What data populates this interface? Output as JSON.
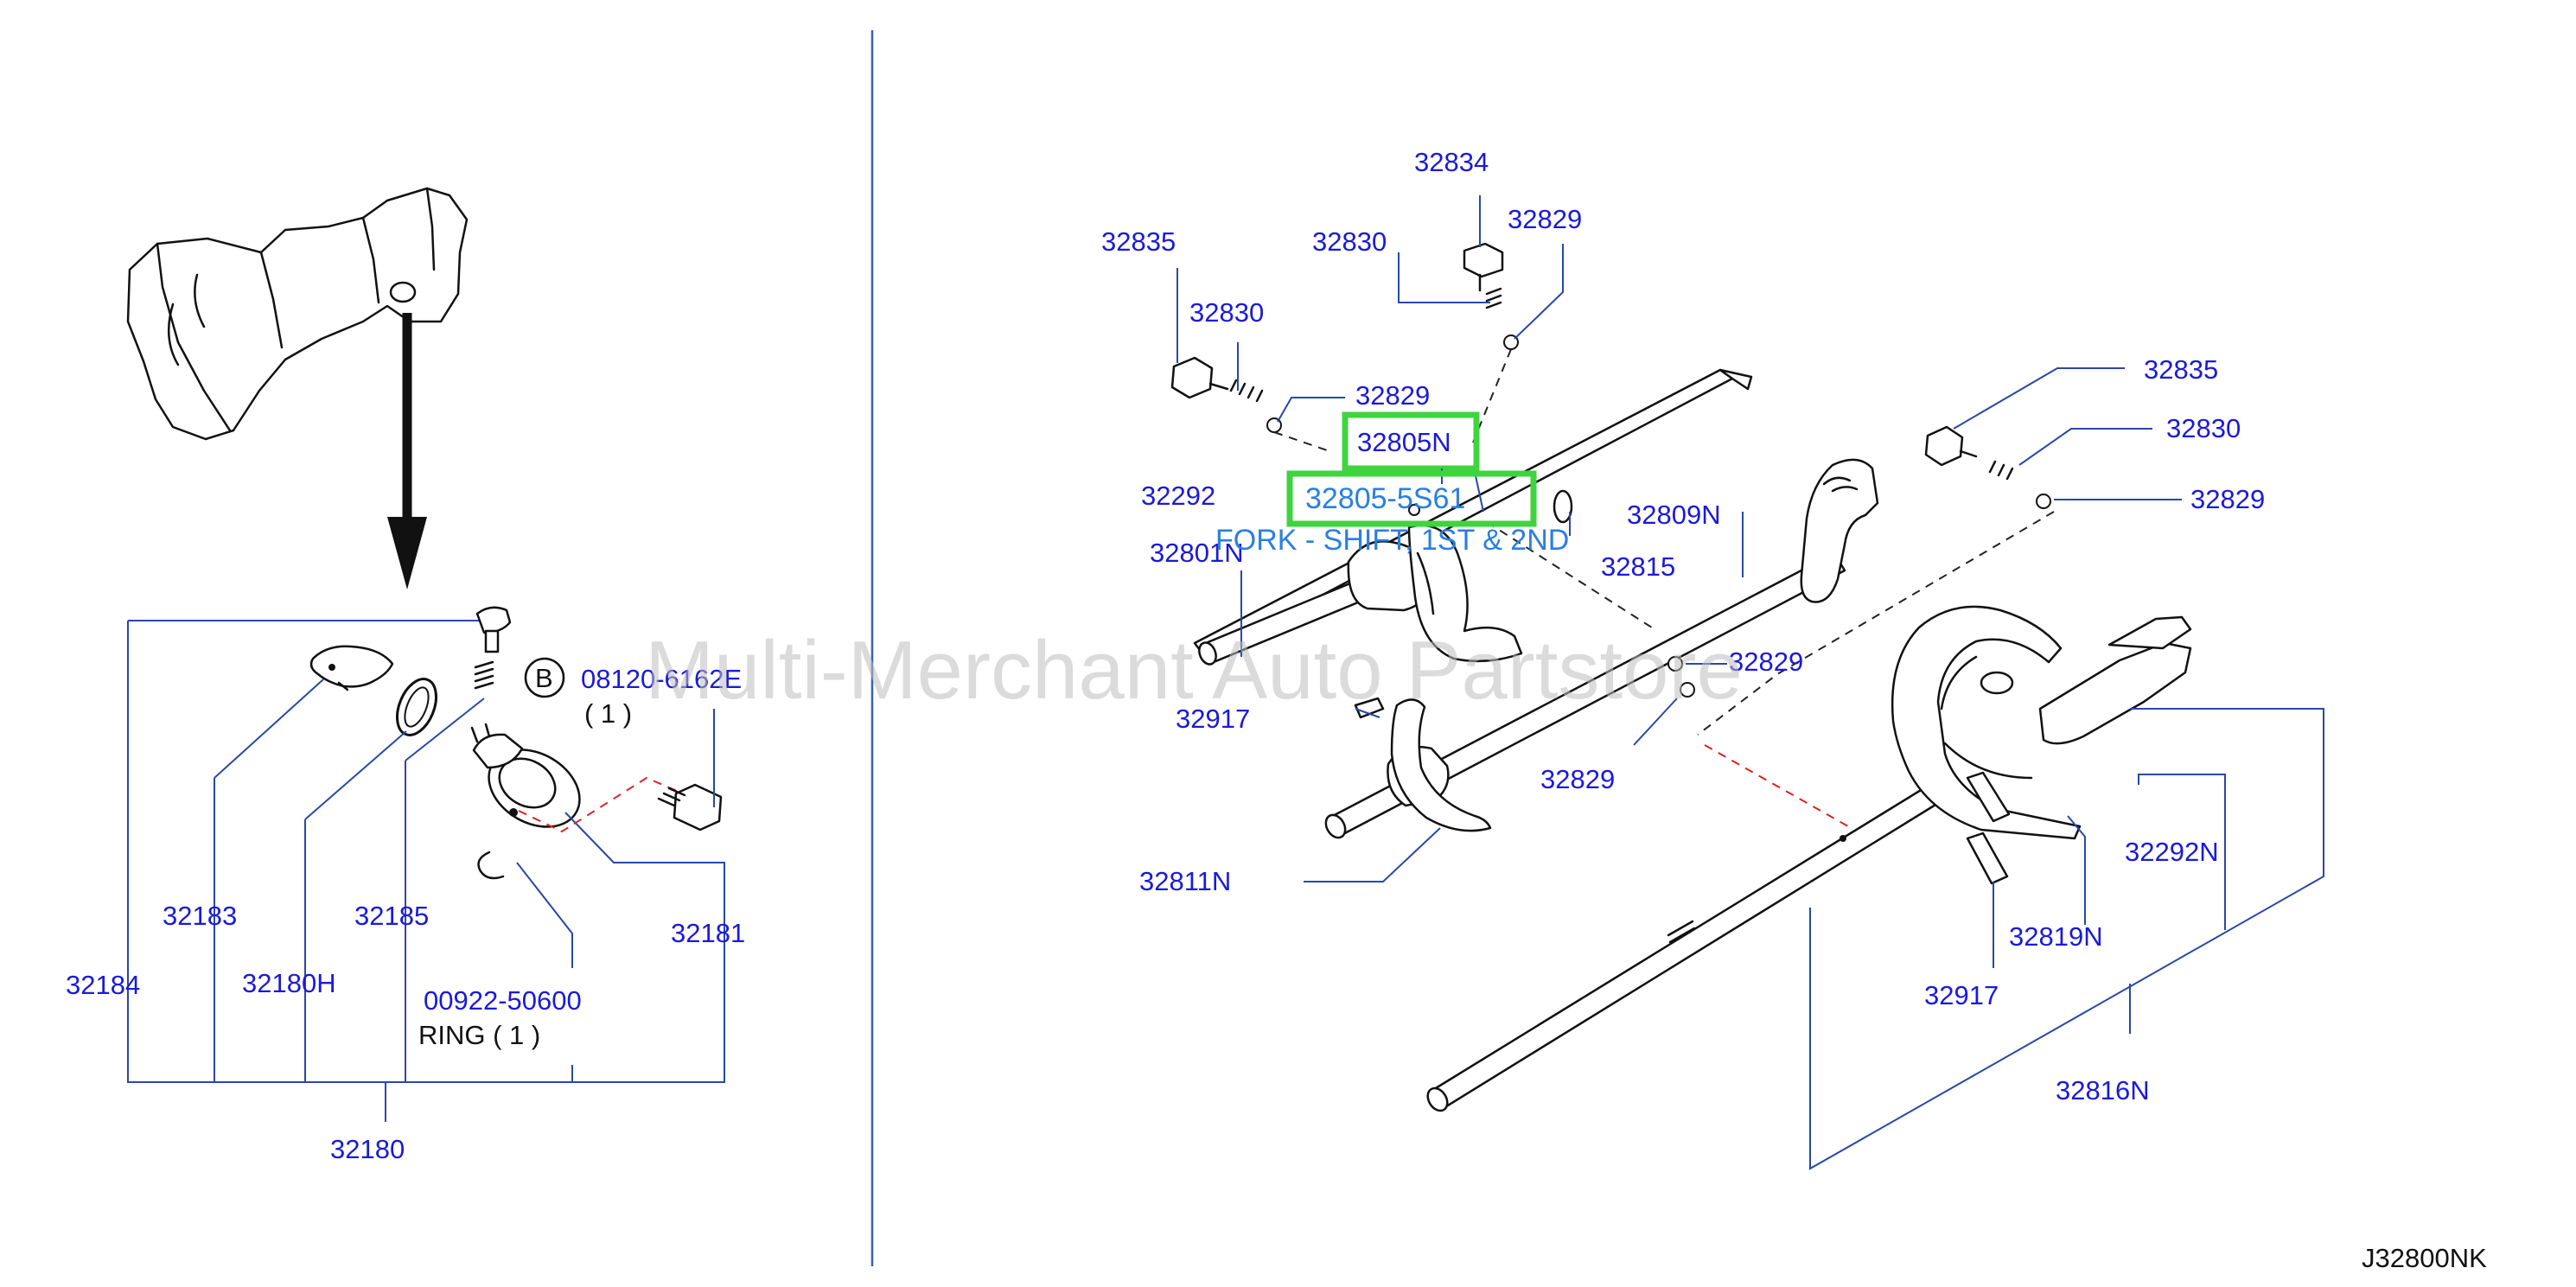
{
  "watermark": "Multi-Merchant Auto Partstore",
  "diagram_code": "J32800NK",
  "highlight": {
    "primary_label": "32805N",
    "secondary_label": "32805-5S61",
    "tooltip": "FORK - SHIFT, 1ST & 2ND",
    "accent_color": "#3fd43f",
    "tooltip_color": "#2a7fe0"
  },
  "left_panel": {
    "bolt_symbol": "B",
    "bolt_number": "08120-6162E",
    "bolt_qty": "( 1 )",
    "ring_number": "00922-50600",
    "ring_text": "RING ( 1 )",
    "labels": {
      "p32184": "32184",
      "p32183": "32183",
      "p32180h": "32180H",
      "p32185": "32185",
      "p32181": "32181",
      "p32180": "32180"
    }
  },
  "right_panel": {
    "labels": {
      "p32834": "32834",
      "p32835_left": "32835",
      "p32830_top": "32830",
      "p32829_top": "32829",
      "p32830_left": "32830",
      "p32829_left": "32829",
      "p32292": "32292",
      "p32801n": "32801N",
      "p32809n": "32809N",
      "p32815": "32815",
      "p32835_right": "32835",
      "p32830_right": "32830",
      "p32829_right": "32829",
      "p32829_mid": "32829",
      "p32829_low": "32829",
      "p32917_left": "32917",
      "p32811n": "32811N",
      "p32292n": "32292N",
      "p32819n": "32819N",
      "p32917_right": "32917",
      "p32816n": "32816N"
    }
  }
}
